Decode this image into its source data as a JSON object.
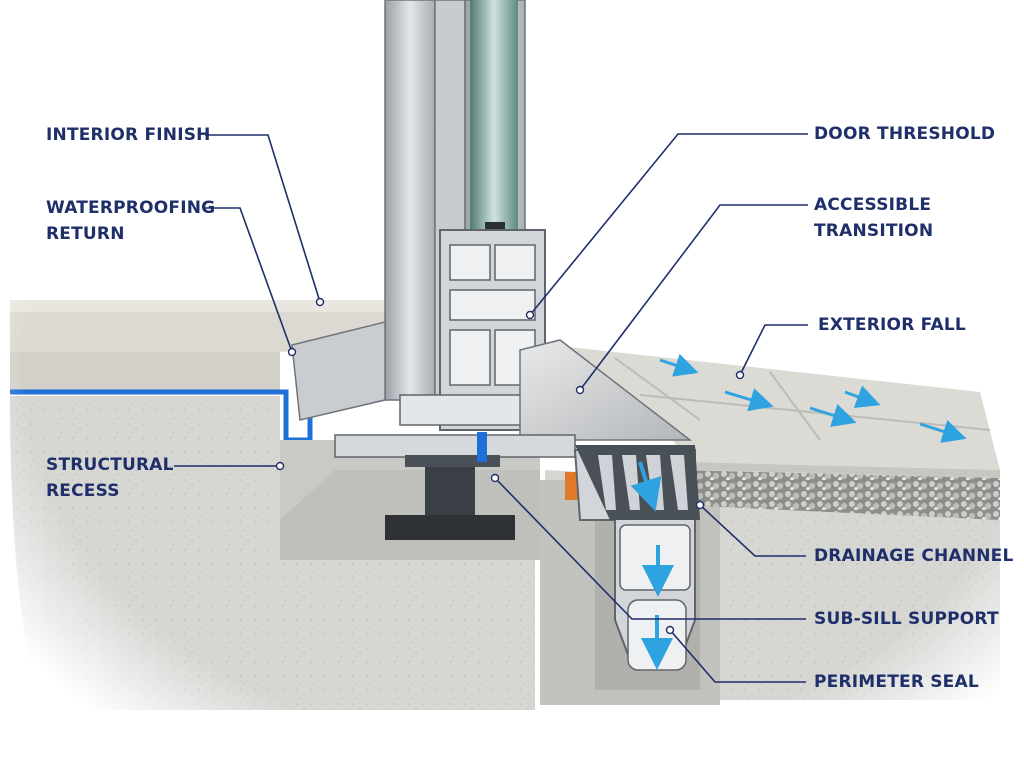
{
  "labels": {
    "interior_finish": "INTERIOR FINISH",
    "waterproofing_return_1": "WATERPROOFING",
    "waterproofing_return_2": "RETURN",
    "structural_recess_1": "STRUCTURAL",
    "structural_recess_2": "RECESS",
    "door_threshold": "DOOR THRESHOLD",
    "accessible_transition_1": "ACCESSIBLE",
    "accessible_transition_2": "TRANSITION",
    "exterior_fall": "EXTERIOR FALL",
    "drainage_channel": "DRAINAGE CHANNEL",
    "sub_sill_support": "SUB-SILL SUPPORT",
    "perimeter_seal": "PERIMETER SEAL"
  },
  "colors": {
    "label_text": "#1f2f6a",
    "leader_line": "#1f2f6a",
    "waterproofing": "#1e6fd8",
    "flow_arrow": "#2fa3e0",
    "concrete": "#d9d9d6",
    "aluminium": "#b9bec4",
    "glass": "#5e8a80",
    "support_pedestal": "#3a3f45",
    "shim": "#e07a2a"
  }
}
